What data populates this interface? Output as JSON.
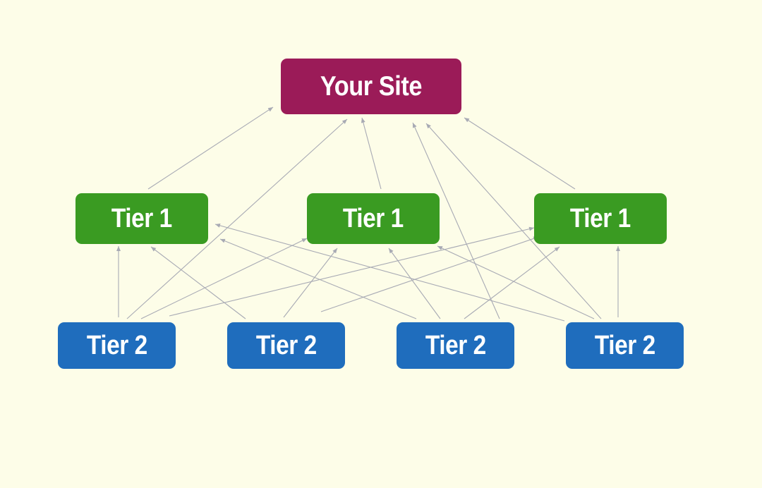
{
  "diagram": {
    "top_node": {
      "label": "Your Site",
      "color": "#9b1b58"
    },
    "tier1_nodes": [
      {
        "label": "Tier 1",
        "color": "#3a9b22"
      },
      {
        "label": "Tier 1",
        "color": "#3a9b22"
      },
      {
        "label": "Tier 1",
        "color": "#3a9b22"
      }
    ],
    "tier2_nodes": [
      {
        "label": "Tier 2",
        "color": "#1f6dbd"
      },
      {
        "label": "Tier 2",
        "color": "#1f6dbd"
      },
      {
        "label": "Tier 2",
        "color": "#1f6dbd"
      },
      {
        "label": "Tier 2",
        "color": "#1f6dbd"
      }
    ],
    "links": [
      {
        "from": "tier1_nodes.0",
        "to": "top_node"
      },
      {
        "from": "tier1_nodes.1",
        "to": "top_node"
      },
      {
        "from": "tier1_nodes.2",
        "to": "top_node"
      },
      {
        "from": "tier2_nodes.0",
        "to": "top_node"
      },
      {
        "from": "tier2_nodes.2",
        "to": "top_node"
      },
      {
        "from": "tier2_nodes.3",
        "to": "top_node"
      },
      {
        "from": "tier2_nodes.0",
        "to": "tier1_nodes.0"
      },
      {
        "from": "tier2_nodes.0",
        "to": "tier1_nodes.1"
      },
      {
        "from": "tier2_nodes.0",
        "to": "tier1_nodes.2"
      },
      {
        "from": "tier2_nodes.1",
        "to": "tier1_nodes.0"
      },
      {
        "from": "tier2_nodes.1",
        "to": "tier1_nodes.1"
      },
      {
        "from": "tier2_nodes.1",
        "to": "tier1_nodes.2"
      },
      {
        "from": "tier2_nodes.2",
        "to": "tier1_nodes.0"
      },
      {
        "from": "tier2_nodes.2",
        "to": "tier1_nodes.1"
      },
      {
        "from": "tier2_nodes.2",
        "to": "tier1_nodes.2"
      },
      {
        "from": "tier2_nodes.3",
        "to": "tier1_nodes.0"
      },
      {
        "from": "tier2_nodes.3",
        "to": "tier1_nodes.1"
      },
      {
        "from": "tier2_nodes.3",
        "to": "tier1_nodes.2"
      }
    ],
    "link_color": "#a8aab4",
    "background": "#fdfde8"
  }
}
